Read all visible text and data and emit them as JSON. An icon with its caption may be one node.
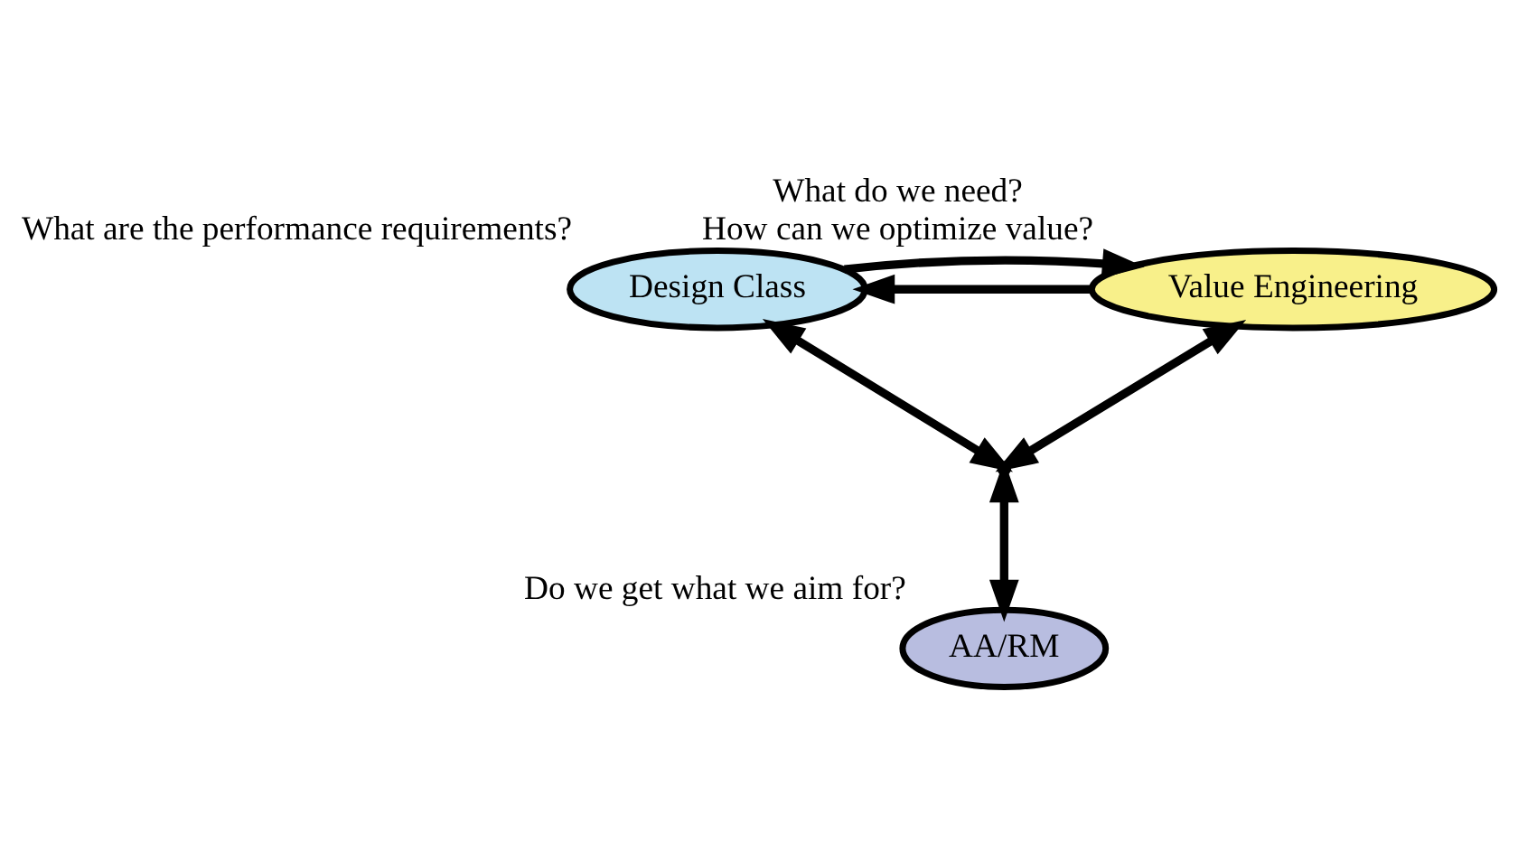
{
  "diagram": {
    "nodes": [
      {
        "text": [
          "Design Class"
        ],
        "beside": [
          "What are the performance requirements?"
        ]
      },
      {
        "text": [
          "Value Engineering"
        ],
        "beside": [
          "What do we need?",
          "How can we optimize value?"
        ]
      },
      {
        "text": [
          "AA/RM"
        ],
        "beside": [
          "Do we get what we aim for?"
        ]
      },
      {
        "text": [],
        "shape": "point"
      }
    ],
    "edges": [
      {
        "from": 1,
        "to": 0,
        "arrow": "to"
      },
      {
        "from": 0,
        "to": 1,
        "arrow": "to"
      },
      {
        "from": 0,
        "to": 3,
        "arrow": "both"
      },
      {
        "from": 1,
        "to": 3,
        "arrow": "both"
      },
      {
        "from": 3,
        "to": 2,
        "arrow": "both"
      }
    ]
  }
}
